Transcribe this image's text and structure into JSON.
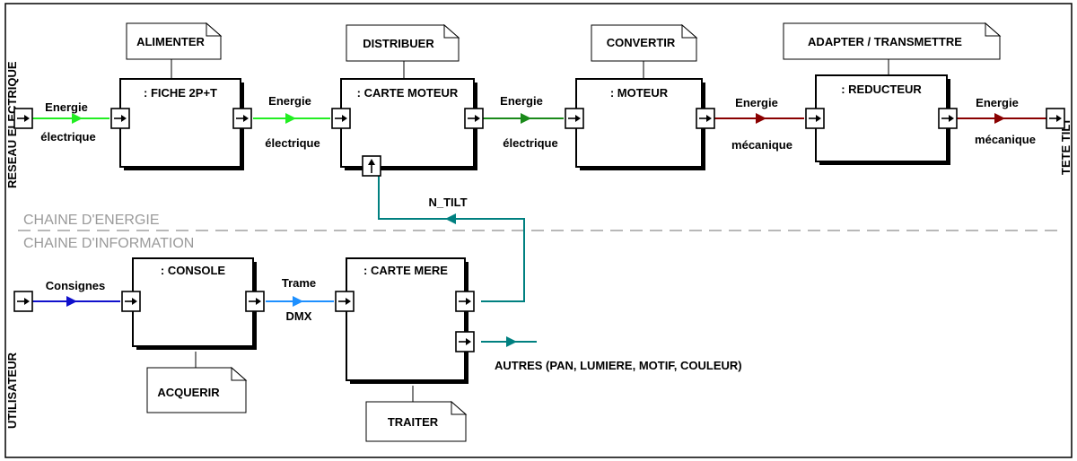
{
  "colors": {
    "electric": "#22ee22",
    "electric_dark": "#1a8a1a",
    "mechanical": "#8a0000",
    "setpoint": "#1010cc",
    "dmx": "#1e90ff",
    "info": "#008080",
    "section_text": "#9a9a9a"
  },
  "side_labels": {
    "left_top": "RESEAU ELECTRIQUE",
    "right_top": "TETE TILT",
    "left_bottom": "UTILISATEUR"
  },
  "sections": {
    "energy": "CHAINE D'ENERGIE",
    "information": "CHAINE D'INFORMATION"
  },
  "blocks": {
    "fiche": ": FICHE 2P+T",
    "carte_moteur": ": CARTE MOTEUR",
    "moteur": ": MOTEUR",
    "reducteur": ": REDUCTEUR",
    "console": ": CONSOLE",
    "carte_mere": ": CARTE MERE"
  },
  "functions": {
    "alimenter": "ALIMENTER",
    "distribuer": "DISTRIBUER",
    "convertir": "CONVERTIR",
    "adapter": "ADAPTER / TRANSMETTRE",
    "acquerir": "ACQUERIR",
    "traiter": "TRAITER"
  },
  "flows": {
    "f1": [
      "Energie",
      "électrique"
    ],
    "f2": [
      "Energie",
      "électrique"
    ],
    "f3": [
      "Energie",
      "électrique"
    ],
    "f4": [
      "Energie",
      "mécanique"
    ],
    "f5": [
      "Energie",
      "mécanique"
    ],
    "consignes": "Consignes",
    "trame": [
      "Trame",
      "DMX"
    ],
    "n_tilt": "N_TILT",
    "autres": "AUTRES (PAN, LUMIERE, MOTIF, COULEUR)"
  }
}
